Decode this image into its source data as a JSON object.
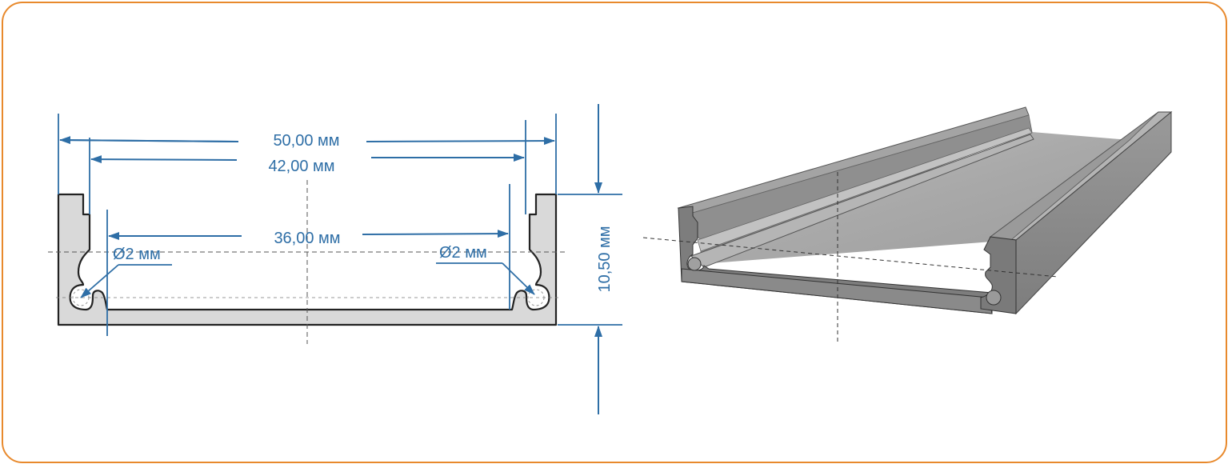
{
  "colors": {
    "frame": "#e8892c",
    "dimension": "#2e6ea6",
    "profile_fill": "#d9d9d9",
    "profile_stroke": "#222222",
    "centerline": "#555555"
  },
  "dimensions": {
    "outer_width": "50,00 мм",
    "inner_width": "42,00 мм",
    "base_width": "36,00 мм",
    "height": "10,50 мм",
    "groove_left": "Ø2 мм",
    "groove_right": "Ø2 мм"
  }
}
